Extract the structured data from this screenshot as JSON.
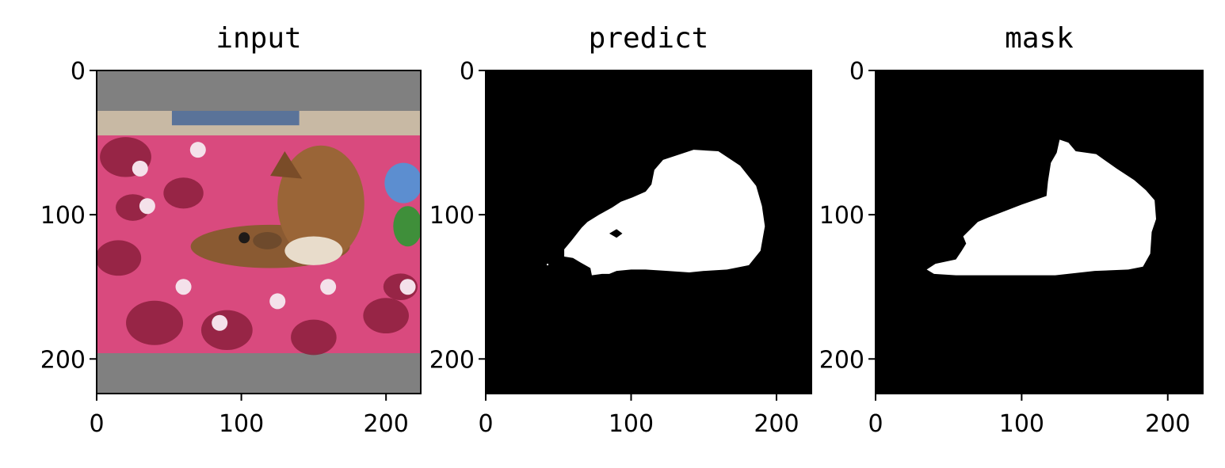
{
  "chart_data": [
    {
      "type": "image",
      "title": "input",
      "content": "photo",
      "xlim": [
        0,
        224
      ],
      "ylim": [
        224,
        0
      ],
      "xticks": [
        "0",
        "100",
        "200"
      ],
      "yticks": [
        "0",
        "100",
        "200"
      ],
      "xtick_values": [
        0,
        100,
        200
      ],
      "ytick_values": [
        0,
        100,
        200
      ],
      "colors": {
        "padding": "#808080",
        "fabric": "#d94a7e",
        "dog": "#9a6537",
        "wall": "#c8b9a4"
      }
    },
    {
      "type": "image",
      "title": "predict",
      "content": "binary-mask",
      "xlim": [
        0,
        224
      ],
      "ylim": [
        224,
        0
      ],
      "xticks": [
        "0",
        "100",
        "200"
      ],
      "yticks": [
        "0",
        "100",
        "200"
      ],
      "xtick_values": [
        0,
        100,
        200
      ],
      "ytick_values": [
        0,
        100,
        200
      ],
      "mask_outline": [
        [
          122,
          62
        ],
        [
          143,
          55
        ],
        [
          160,
          56
        ],
        [
          175,
          66
        ],
        [
          186,
          80
        ],
        [
          190,
          94
        ],
        [
          192,
          108
        ],
        [
          189,
          125
        ],
        [
          181,
          135
        ],
        [
          166,
          138
        ],
        [
          150,
          139
        ],
        [
          140,
          140
        ],
        [
          125,
          139
        ],
        [
          110,
          138
        ],
        [
          100,
          138
        ],
        [
          90,
          139
        ],
        [
          85,
          141
        ],
        [
          80,
          141
        ],
        [
          73,
          142
        ],
        [
          72,
          137
        ],
        [
          65,
          133
        ],
        [
          60,
          130
        ],
        [
          54,
          129
        ],
        [
          54,
          124
        ],
        [
          59,
          118
        ],
        [
          66,
          109
        ],
        [
          70,
          105
        ],
        [
          78,
          100
        ],
        [
          87,
          95
        ],
        [
          93,
          91
        ],
        [
          101,
          88
        ],
        [
          110,
          84
        ],
        [
          114,
          79
        ],
        [
          116,
          69
        ]
      ],
      "mask_holes": [
        [
          [
            85,
            113
          ],
          [
            90,
            110
          ],
          [
            94,
            113
          ],
          [
            90,
            116
          ]
        ]
      ],
      "mask_specks": [
        [
          42,
          134
        ]
      ]
    },
    {
      "type": "image",
      "title": "mask",
      "content": "binary-mask",
      "xlim": [
        0,
        224
      ],
      "ylim": [
        224,
        0
      ],
      "xticks": [
        "0",
        "100",
        "200"
      ],
      "yticks": [
        "0",
        "100",
        "200"
      ],
      "xtick_values": [
        0,
        100,
        200
      ],
      "ytick_values": [
        0,
        100,
        200
      ],
      "mask_outline": [
        [
          126,
          48
        ],
        [
          132,
          50
        ],
        [
          137,
          56
        ],
        [
          151,
          58
        ],
        [
          165,
          68
        ],
        [
          177,
          76
        ],
        [
          185,
          83
        ],
        [
          191,
          90
        ],
        [
          192,
          103
        ],
        [
          189,
          112
        ],
        [
          188,
          127
        ],
        [
          183,
          136
        ],
        [
          173,
          138
        ],
        [
          150,
          139
        ],
        [
          123,
          142
        ],
        [
          99,
          142
        ],
        [
          55,
          142
        ],
        [
          40,
          141
        ],
        [
          35,
          138
        ],
        [
          41,
          134
        ],
        [
          55,
          131
        ],
        [
          59,
          125
        ],
        [
          62,
          120
        ],
        [
          60,
          115
        ],
        [
          70,
          105
        ],
        [
          77,
          102
        ],
        [
          100,
          93
        ],
        [
          117,
          87
        ],
        [
          118,
          77
        ],
        [
          120,
          64
        ],
        [
          124,
          57
        ]
      ]
    }
  ]
}
